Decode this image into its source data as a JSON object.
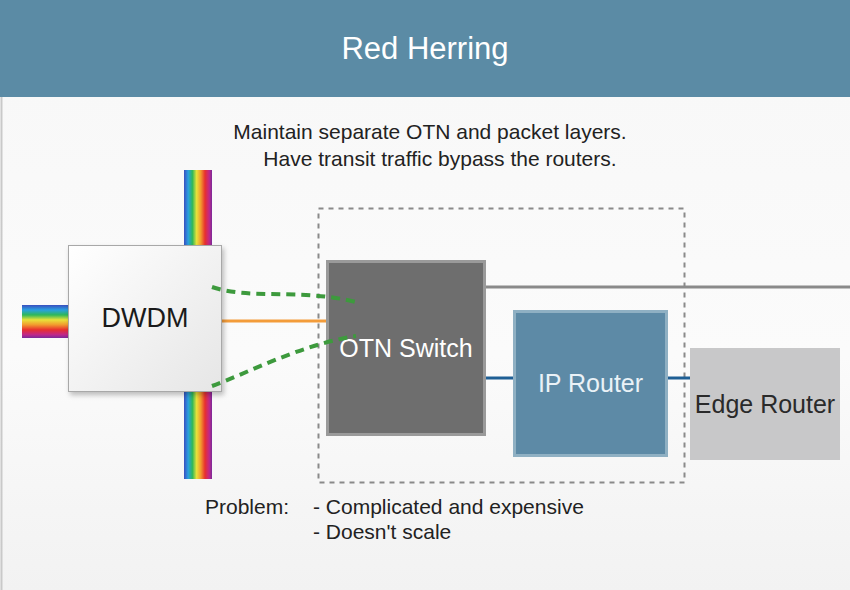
{
  "diagram": {
    "title": "Red Herring",
    "nodes": [
      {
        "text": [
          "DWDM"
        ]
      },
      {
        "text": [
          "OTN Switch"
        ]
      },
      {
        "text": [
          "IP Router"
        ]
      },
      {
        "text": [
          "Edge Router"
        ]
      }
    ],
    "edges": [
      {
        "from": 0,
        "to": 1,
        "arrow": "none"
      },
      {
        "from": 1,
        "to": 2,
        "arrow": "none"
      },
      {
        "from": 2,
        "to": 3,
        "arrow": "none"
      }
    ],
    "labels": [
      "Maintain separate OTN and packet layers.",
      "Have transit traffic bypass the routers.",
      "Problem:",
      "- Complicated and expensive",
      "- Doesn't scale"
    ]
  }
}
